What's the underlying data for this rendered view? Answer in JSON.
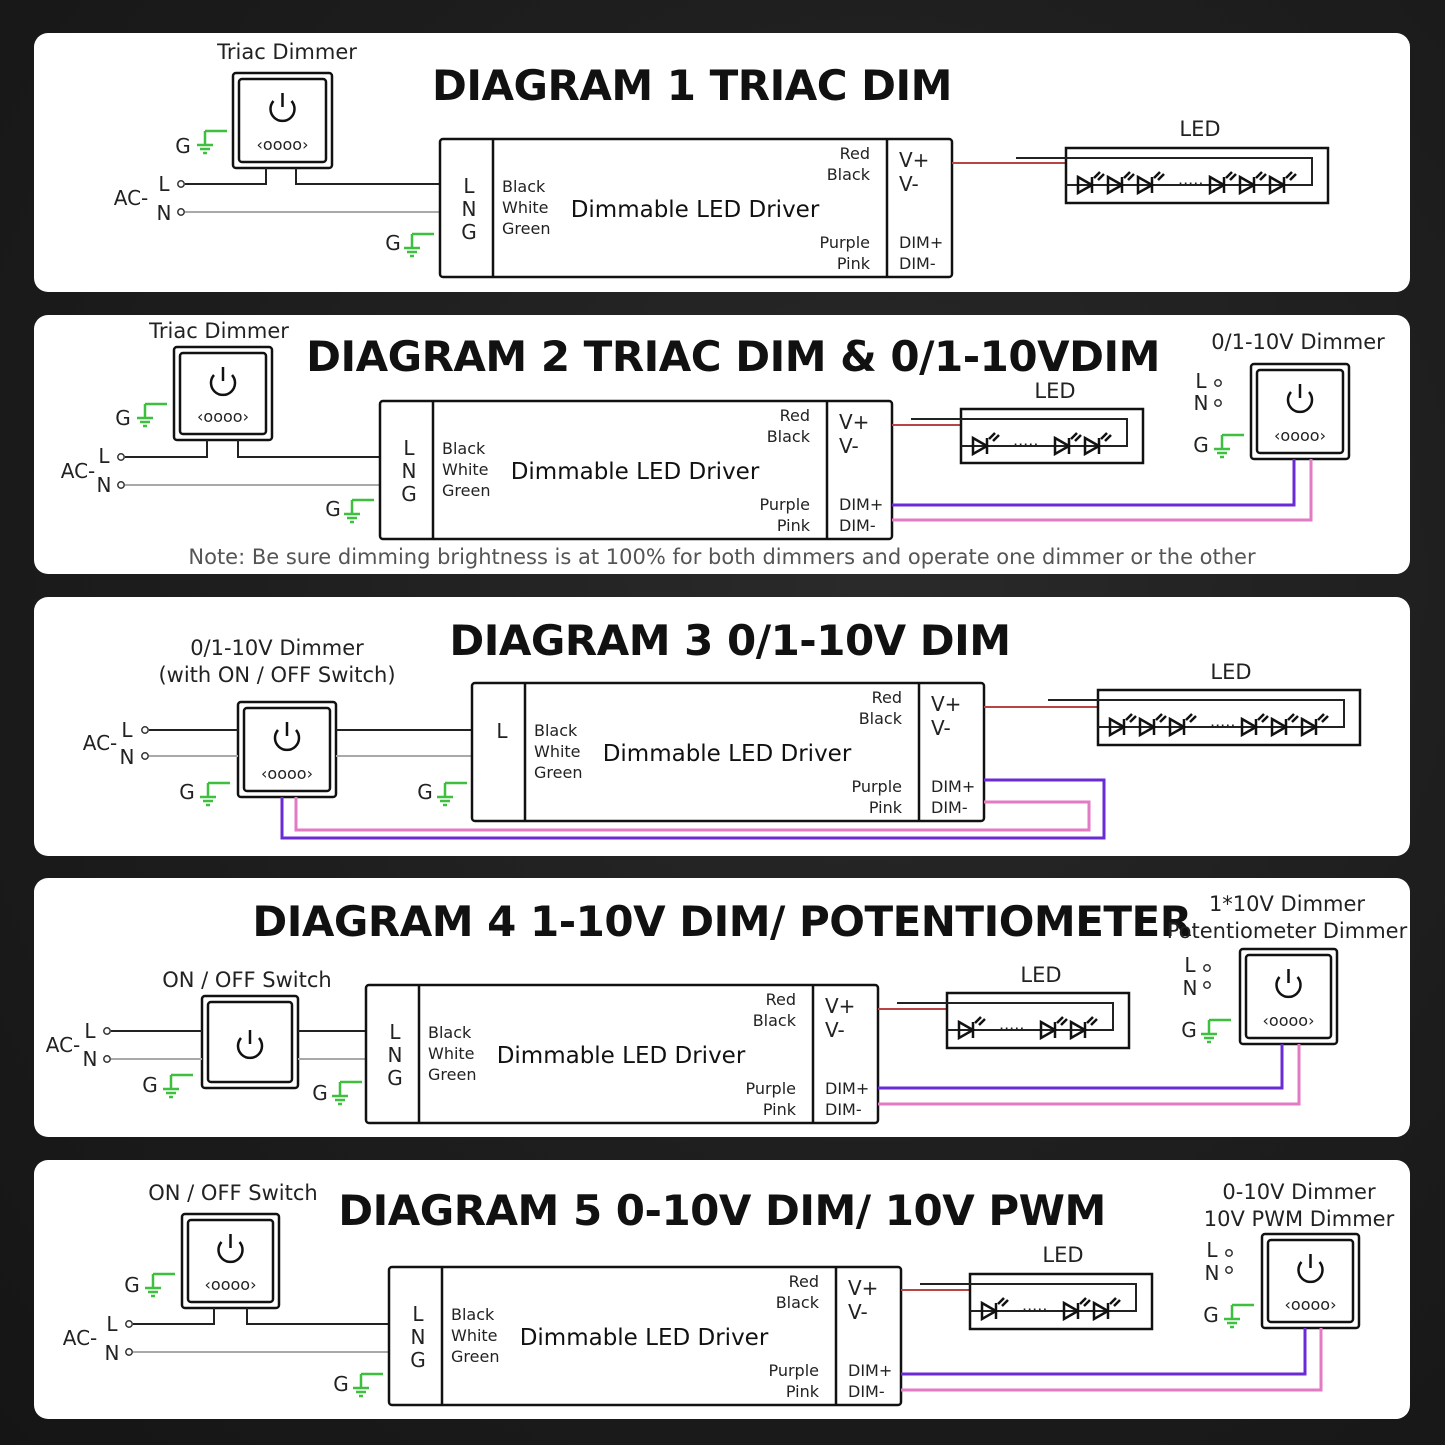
{
  "labels": {
    "driver": "Dimmable LED Driver",
    "led": "LED",
    "ac": "AC-",
    "L": "L",
    "N": "N",
    "G": "G",
    "vplus": "V+",
    "vminus": "V-",
    "dimplus": "DIM+",
    "dimminus": "DIM-",
    "red": "Red",
    "black": "Black",
    "white": "White",
    "green": "Green",
    "purple": "Purple",
    "pink": "Pink",
    "knob": "‹oooo›"
  },
  "diagrams": [
    {
      "title": "DIAGRAM 1  TRIAC DIM",
      "left_device_label": [
        "Triac Dimmer"
      ],
      "right_device_label": [],
      "note": ""
    },
    {
      "title": "DIAGRAM 2  TRIAC DIM & 0/1-10VDIM",
      "left_device_label": [
        "Triac Dimmer"
      ],
      "right_device_label": [
        "0/1-10V Dimmer"
      ],
      "note": "Note: Be sure dimming brightness is at 100% for both dimmers and operate one dimmer or the other"
    },
    {
      "title": "DIAGRAM 3  0/1-10V DIM",
      "left_device_label": [
        "0/1-10V Dimmer",
        "(with ON / OFF Switch)"
      ],
      "right_device_label": [],
      "note": ""
    },
    {
      "title": "DIAGRAM 4  1-10V DIM/ POTENTIOMETER",
      "left_device_label": [
        "ON / OFF Switch"
      ],
      "right_device_label": [
        "1*10V Dimmer",
        "Potentiometer Dimmer"
      ],
      "note": ""
    },
    {
      "title": "DIAGRAM 5  0-10V DIM/ 10V PWM",
      "left_device_label": [
        "ON / OFF Switch"
      ],
      "right_device_label": [
        "0-10V Dimmer",
        "10V PWM Dimmer"
      ],
      "note": ""
    }
  ],
  "colors": {
    "panel": "#ffffff",
    "background": "#1c1c1c",
    "wire_black": "#222222",
    "wire_grey": "#a9a9a9",
    "wire_red": "#b84545",
    "wire_purple": "#6a2bd6",
    "wire_pink": "#e27ac4",
    "ground": "#3fbf3f"
  }
}
